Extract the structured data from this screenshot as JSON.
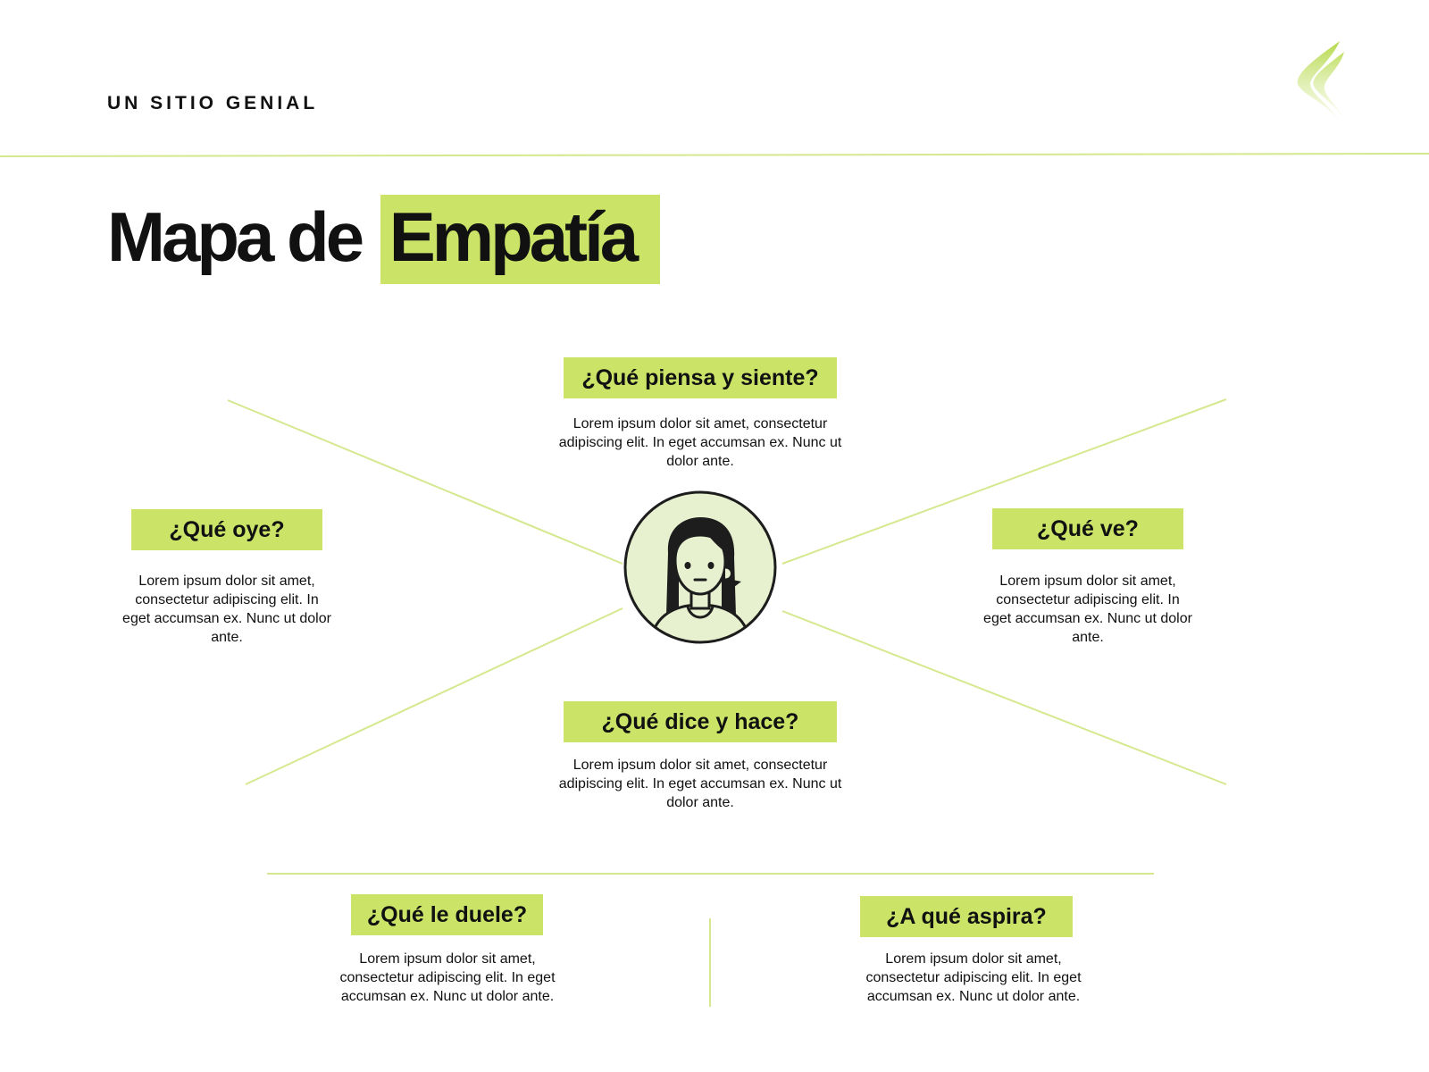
{
  "header": {
    "brand": "UN SITIO GENIAL",
    "logo_icon": "leaf-swoosh-logo-icon"
  },
  "title": {
    "part1": "Mapa de",
    "part2": "Empatía"
  },
  "colors": {
    "accent": "#cbe468",
    "line": "#d5e88f",
    "avatar_bg": "#e8f1cf",
    "text": "#111111"
  },
  "center": {
    "icon": "woman-avatar-icon"
  },
  "quadrants": {
    "piensa": {
      "label": "¿Qué piensa y siente?",
      "text": "Lorem ipsum dolor sit amet, consectetur adipiscing elit. In eget accumsan ex. Nunc ut dolor ante."
    },
    "oye": {
      "label": "¿Qué oye?",
      "text": "Lorem ipsum dolor sit amet, consectetur adipiscing elit. In eget accumsan ex. Nunc ut dolor ante."
    },
    "ve": {
      "label": "¿Qué ve?",
      "text": "Lorem ipsum dolor sit amet, consectetur adipiscing elit. In eget accumsan ex. Nunc ut dolor ante."
    },
    "dice": {
      "label": "¿Qué dice y hace?",
      "text": "Lorem ipsum dolor sit amet, consectetur adipiscing elit. In eget accumsan ex. Nunc ut dolor ante."
    }
  },
  "bottom": {
    "duele": {
      "label": "¿Qué le duele?",
      "text": "Lorem ipsum dolor sit amet, consectetur adipiscing elit. In eget accumsan ex. Nunc ut dolor ante."
    },
    "aspira": {
      "label": "¿A qué aspira?",
      "text": "Lorem ipsum dolor sit amet, consectetur adipiscing elit. In eget accumsan ex. Nunc ut dolor ante."
    }
  }
}
